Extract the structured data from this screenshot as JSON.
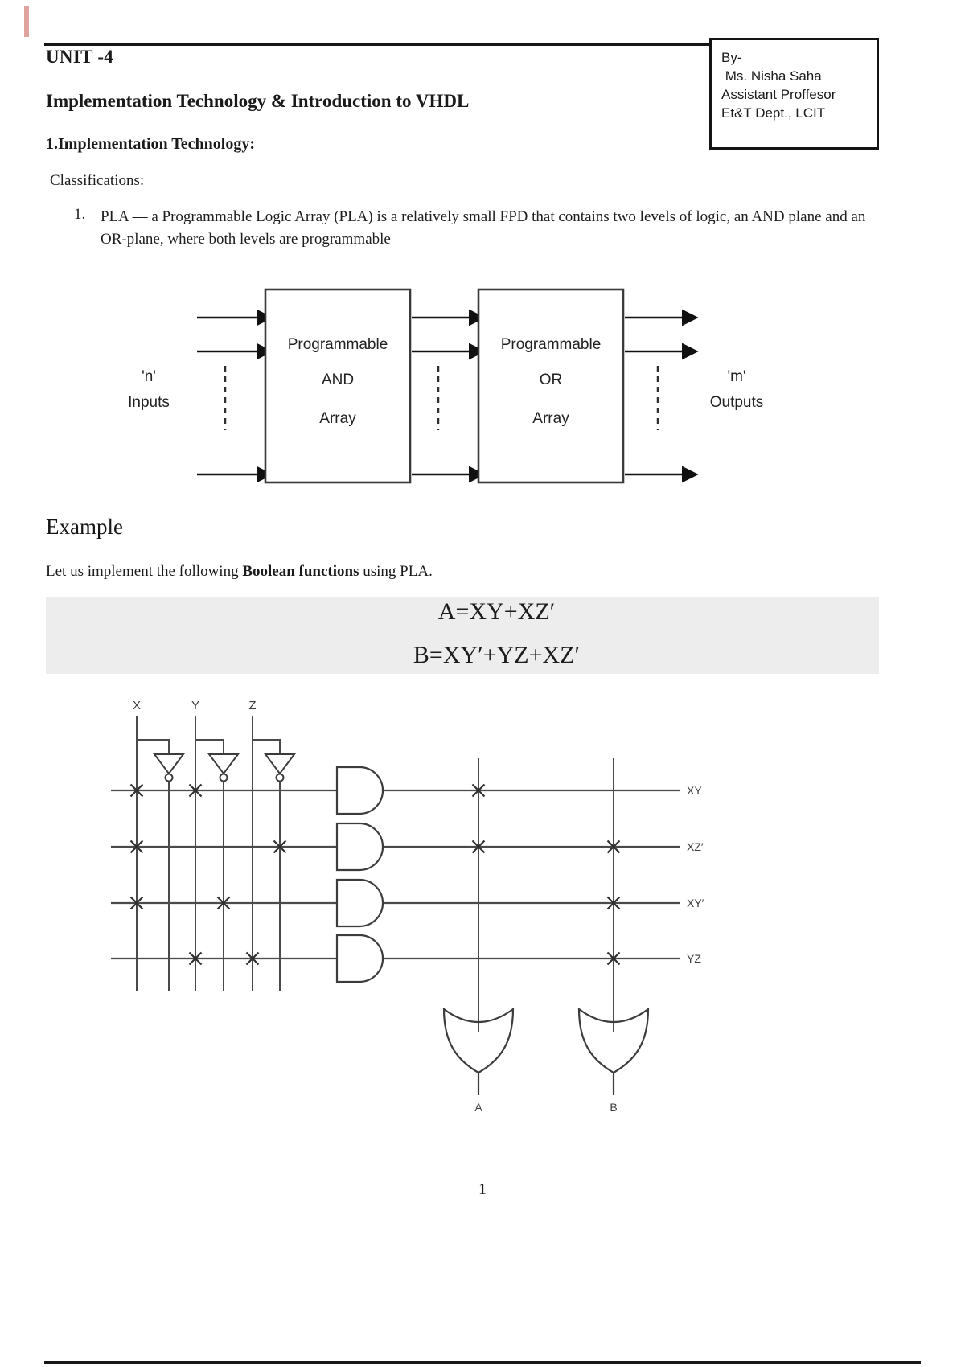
{
  "header": {
    "unit": "UNIT -4",
    "title": "Implementation Technology & Introduction to VHDL",
    "section": "1.Implementation Technology:",
    "byline": [
      "By-",
      " Ms. Nisha Saha",
      "Assistant Proffesor",
      "Et&T Dept., LCIT"
    ]
  },
  "body": {
    "classifications_label": "Classifications:",
    "item1_number": "1.",
    "item1_text": "PLA — a Programmable Logic Array (PLA) is a relatively small FPD that contains two levels of logic, an AND plane and an OR-plane, where both levels are programmable"
  },
  "example": {
    "heading": "Example",
    "intro_prefix": "Let us implement the following ",
    "intro_bold": "Boolean functions",
    "intro_suffix": " using PLA.",
    "equation_a": "A=XY+XZ′",
    "equation_b": "B=XY′+YZ+XZ′"
  },
  "block_diagram": {
    "and_box": {
      "line1": "Programmable",
      "line2": "AND",
      "line3": "Array"
    },
    "or_box": {
      "line1": "Programmable",
      "line2": "OR",
      "line3": "Array"
    },
    "left_label": {
      "line1": "'n'",
      "line2": "Inputs"
    },
    "right_label": {
      "line1": "'m'",
      "line2": "Outputs"
    }
  },
  "pla_circuit": {
    "input_labels": {
      "x": "X",
      "y": "Y",
      "z": "Z"
    },
    "term_labels": {
      "t1": "XY",
      "t2": "XZ′",
      "t3": "XY′",
      "t4": "YZ"
    },
    "output_labels": {
      "a": "A",
      "b": "B"
    },
    "and_plane_connections": {
      "XY": [
        "X",
        "Y"
      ],
      "XZ′": [
        "X",
        "Z′"
      ],
      "XY′": [
        "X",
        "Y′"
      ],
      "YZ": [
        "Y",
        "Z"
      ]
    },
    "or_plane_connections": {
      "A": [
        "XY",
        "XZ′"
      ],
      "B": [
        "XZ′",
        "XY′",
        "YZ"
      ]
    }
  },
  "footer": {
    "page_number": "1"
  }
}
